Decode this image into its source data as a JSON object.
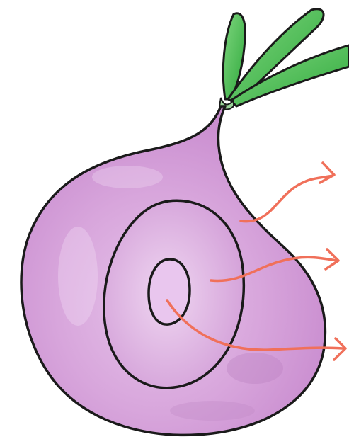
{
  "illustration": {
    "subject": "onion-layers-drawing",
    "colors": {
      "background": "#ffffff",
      "onion_fill": "#d8a6dc",
      "onion_fill_dark": "#c98ccf",
      "onion_highlight": "#ecd2ef",
      "outline": "#1a1a1a",
      "leaf_green": "#3dbb48",
      "leaf_green_light": "#7fd67f",
      "arrow_red": "#f0705a"
    },
    "layers_count": 3,
    "arrows_count": 3,
    "leaves_count": 3
  }
}
